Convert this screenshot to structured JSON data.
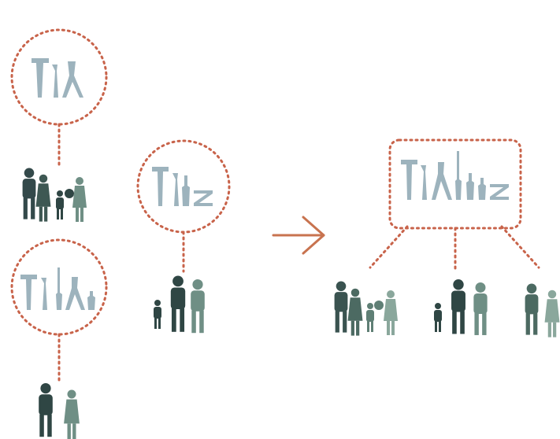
{
  "colors": {
    "background": "#ffffff",
    "dotted_connector": "#c8634a",
    "arrow": "#c8734f",
    "tool_icons": "#9db3bd",
    "people_dark": "#2f4644",
    "people_mid": "#4c6a62",
    "people_light": "#6f8f85",
    "people_pale": "#8aa79c"
  },
  "icons": {
    "tool_set_small_a": [
      "hammer-icon",
      "wrench-icon",
      "pliers-icon"
    ],
    "tool_set_small_b": [
      "hammer-icon",
      "wrench-icon",
      "screwdriver-icon",
      "ruler-icon"
    ],
    "tool_set_small_c": [
      "hammer-icon",
      "wrench-icon",
      "screwdriver-icon",
      "pliers-icon",
      "screwdriver-icon"
    ],
    "tool_set_combined": [
      "hammer-icon",
      "wrench-icon",
      "pliers-icon",
      "screwdriver-icon",
      "screwdriver-icon",
      "screwdriver-icon",
      "ruler-icon"
    ],
    "people": [
      "family-silhouette",
      "parent-child-silhouette",
      "couple-silhouette"
    ]
  }
}
